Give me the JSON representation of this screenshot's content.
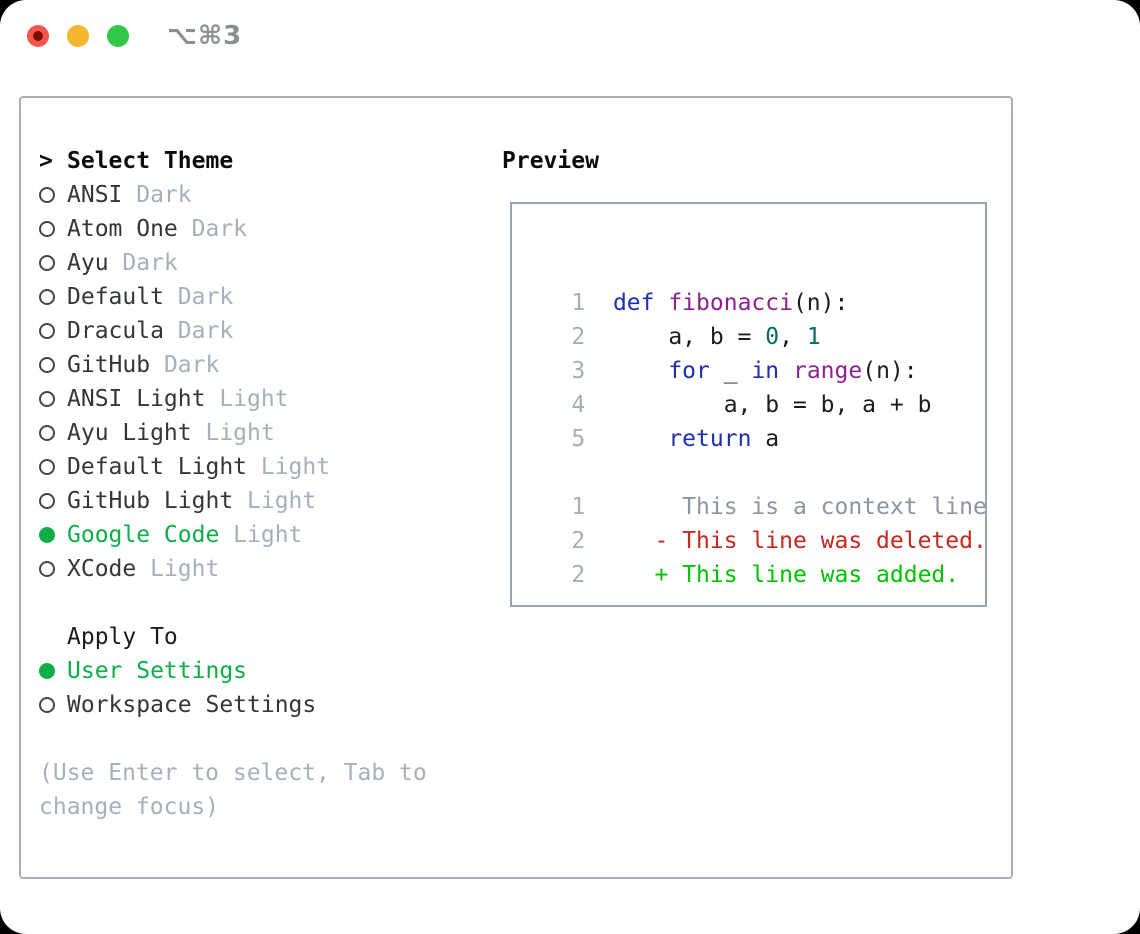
{
  "window": {
    "title": "⌥⌘3"
  },
  "left": {
    "header": {
      "cursor": ">",
      "label": "Select Theme"
    },
    "themes": [
      {
        "name": "ANSI",
        "tag": "Dark",
        "selected": false
      },
      {
        "name": "Atom One",
        "tag": "Dark",
        "selected": false
      },
      {
        "name": "Ayu",
        "tag": "Dark",
        "selected": false
      },
      {
        "name": "Default",
        "tag": "Dark",
        "selected": false
      },
      {
        "name": "Dracula",
        "tag": "Dark",
        "selected": false
      },
      {
        "name": "GitHub",
        "tag": "Dark",
        "selected": false
      },
      {
        "name": "ANSI Light",
        "tag": "Light",
        "selected": false
      },
      {
        "name": "Ayu Light",
        "tag": "Light",
        "selected": false
      },
      {
        "name": "Default Light",
        "tag": "Light",
        "selected": false
      },
      {
        "name": "GitHub Light",
        "tag": "Light",
        "selected": false
      },
      {
        "name": "Google Code",
        "tag": "Light",
        "selected": true
      },
      {
        "name": "XCode",
        "tag": "Light",
        "selected": false
      }
    ],
    "apply_to": {
      "label": "Apply To",
      "options": [
        {
          "name": "User Settings",
          "selected": true
        },
        {
          "name": "Workspace Settings",
          "selected": false
        }
      ]
    },
    "hint": "(Use Enter to select, Tab to\nchange focus)"
  },
  "preview": {
    "label": "Preview",
    "code_lines": [
      {
        "num": "1",
        "tokens": [
          {
            "t": "def ",
            "c": "kwd"
          },
          {
            "t": "fibonacci",
            "c": "typ"
          },
          {
            "t": "(n):",
            "c": "pln"
          }
        ]
      },
      {
        "num": "2",
        "tokens": [
          {
            "t": "    a, b = ",
            "c": "pln"
          },
          {
            "t": "0",
            "c": "lit"
          },
          {
            "t": ", ",
            "c": "pln"
          },
          {
            "t": "1",
            "c": "lit"
          }
        ]
      },
      {
        "num": "3",
        "tokens": [
          {
            "t": "    ",
            "c": "pln"
          },
          {
            "t": "for",
            "c": "kwd"
          },
          {
            "t": " _ ",
            "c": "pln"
          },
          {
            "t": "in",
            "c": "kwd"
          },
          {
            "t": " ",
            "c": "pln"
          },
          {
            "t": "range",
            "c": "typ"
          },
          {
            "t": "(n):",
            "c": "pln"
          }
        ]
      },
      {
        "num": "4",
        "tokens": [
          {
            "t": "        a, b = b, a + b",
            "c": "pln"
          }
        ]
      },
      {
        "num": "5",
        "tokens": [
          {
            "t": "    ",
            "c": "pln"
          },
          {
            "t": "return",
            "c": "kwd"
          },
          {
            "t": " a",
            "c": "pln"
          }
        ]
      }
    ],
    "diff_lines": [
      {
        "num": "1",
        "text": "     This is a context line.",
        "kind": "ctx"
      },
      {
        "num": "2",
        "text": "   - This line was deleted.",
        "kind": "del"
      },
      {
        "num": "2",
        "text": "   + This line was added.",
        "kind": "add"
      }
    ]
  },
  "colors": {
    "selection_green": "#0cae47",
    "added_green": "#00c300",
    "deleted_red": "#c5281c",
    "keyword_blue": "#1c2fb0",
    "type_purple": "#8e2190",
    "literal_teal": "#066a66",
    "muted_gray": "#a6b0bc",
    "line_number_gray": "#a6aeb8",
    "border_gray": "#a9b0b8"
  }
}
